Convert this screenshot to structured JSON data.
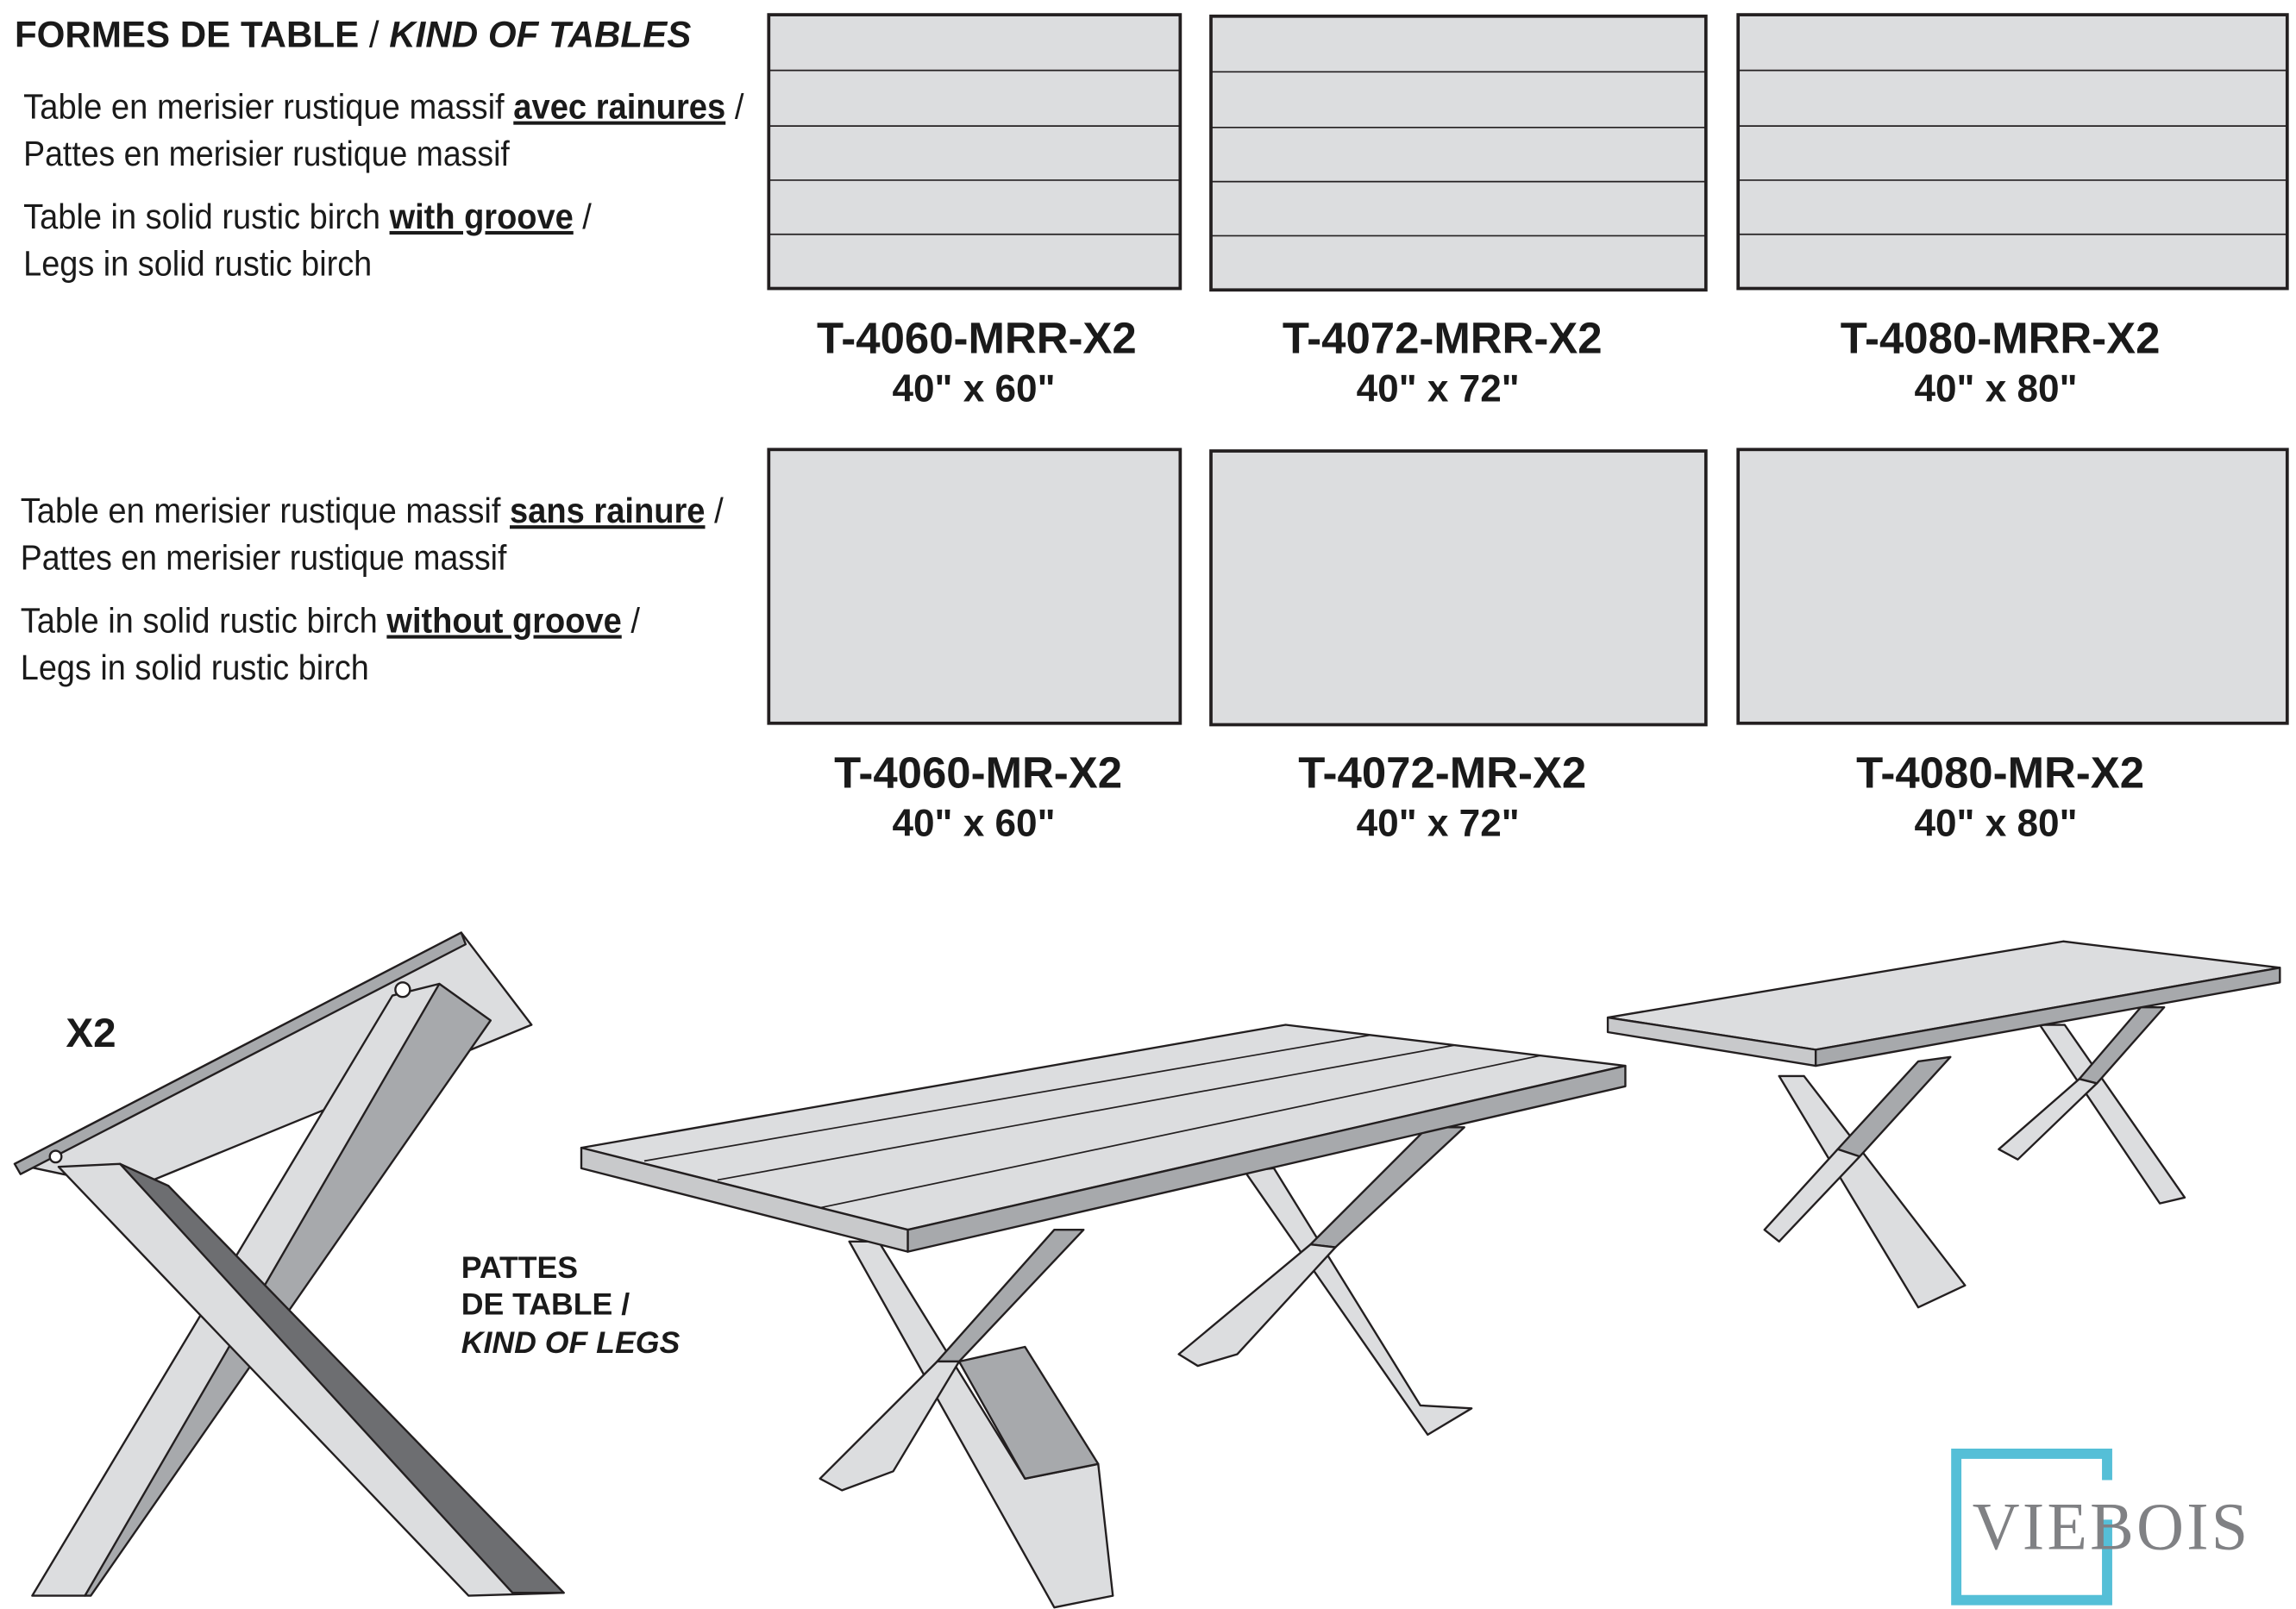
{
  "header": {
    "title_fr": "FORMES DE TABLE",
    "separator": " / ",
    "title_en": "KIND OF TABLES"
  },
  "groove_section": {
    "fr_line1_pre": "Table en merisier rustique massif ",
    "fr_line1_bold": "avec rainures",
    "fr_line1_post": " /",
    "fr_line2": "Pattes en merisier rustique massif",
    "en_line1_pre": "Table in solid rustic birch ",
    "en_line1_bold": "with groove",
    "en_line1_post": " /",
    "en_line2": "Legs in solid rustic birch",
    "models": [
      {
        "code": "T-4060-MRR-X2",
        "size": "40\" x 60\""
      },
      {
        "code": "T-4072-MRR-X2",
        "size": "40\" x 72\""
      },
      {
        "code": "T-4080-MRR-X2",
        "size": "40\" x 80\""
      }
    ]
  },
  "plain_section": {
    "fr_line1_pre": "Table en merisier rustique massif ",
    "fr_line1_bold": "sans rainure",
    "fr_line1_post": " /",
    "fr_line2": "Pattes en merisier rustique massif",
    "en_line1_pre": "Table in solid rustic birch ",
    "en_line1_bold": "without groove",
    "en_line1_post": " /",
    "en_line2": "Legs in solid rustic birch",
    "models": [
      {
        "code": "T-4060-MR-X2",
        "size": "40\" x 60\""
      },
      {
        "code": "T-4072-MR-X2",
        "size": "40\" x 72\""
      },
      {
        "code": "T-4080-MR-X2",
        "size": "40\" x 80\""
      }
    ]
  },
  "legs": {
    "quantity": "X2",
    "line1": "PATTES",
    "line2": "DE TABLE /",
    "line3": "KIND OF LEGS"
  },
  "logo": {
    "text": "VIEBOIS",
    "color": "#55bfd7",
    "text_color": "#808184"
  },
  "colors": {
    "table_fill": "#dcdddf",
    "leg_light": "#dcdddf",
    "leg_mid": "#a7a9ac",
    "leg_dark": "#6d6e71"
  }
}
